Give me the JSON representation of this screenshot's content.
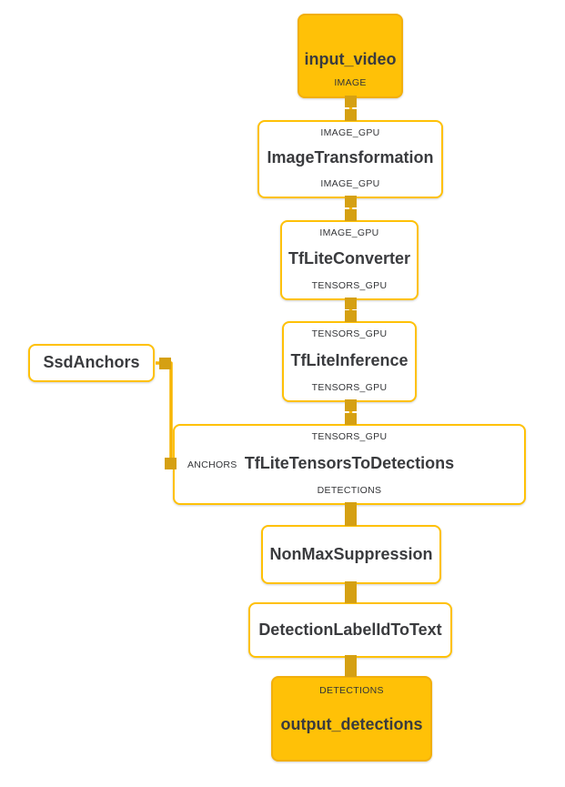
{
  "diagram": {
    "title": "mediapipe-detection-graph",
    "colors": {
      "stream_node_fill": "#FFC107",
      "node_border": "#FFC107",
      "edge_line": "#F7B500",
      "port_connector": "#D5A013",
      "text": "#3a3b3e",
      "background": "#ffffff"
    },
    "nodes": [
      {
        "id": "input_video",
        "title": "input_video",
        "kind": "stream-source",
        "output_label": "IMAGE"
      },
      {
        "id": "ImageTransformation",
        "title": "ImageTransformation",
        "kind": "calculator",
        "input_label": "IMAGE_GPU",
        "output_label": "IMAGE_GPU"
      },
      {
        "id": "TfLiteConverter",
        "title": "TfLiteConverter",
        "kind": "calculator",
        "input_label": "IMAGE_GPU",
        "output_label": "TENSORS_GPU"
      },
      {
        "id": "TfLiteInference",
        "title": "TfLiteInference",
        "kind": "calculator",
        "input_label": "TENSORS_GPU",
        "output_label": "TENSORS_GPU"
      },
      {
        "id": "SsdAnchors",
        "title": "SsdAnchors",
        "kind": "calculator"
      },
      {
        "id": "TfLiteTensorsToDetections",
        "title": "TfLiteTensorsToDetections",
        "kind": "calculator",
        "input_label": "TENSORS_GPU",
        "side_input_label": "ANCHORS",
        "output_label": "DETECTIONS"
      },
      {
        "id": "NonMaxSuppression",
        "title": "NonMaxSuppression",
        "kind": "calculator"
      },
      {
        "id": "DetectionLabelIdToText",
        "title": "DetectionLabelIdToText",
        "kind": "calculator"
      },
      {
        "id": "output_detections",
        "title": "output_detections",
        "kind": "stream-sink",
        "input_label": "DETECTIONS"
      }
    ],
    "edges": [
      {
        "from": "input_video",
        "to": "ImageTransformation"
      },
      {
        "from": "ImageTransformation",
        "to": "TfLiteConverter"
      },
      {
        "from": "TfLiteConverter",
        "to": "TfLiteInference"
      },
      {
        "from": "TfLiteInference",
        "to": "TfLiteTensorsToDetections"
      },
      {
        "from": "SsdAnchors",
        "to": "TfLiteTensorsToDetections",
        "to_port": "ANCHORS"
      },
      {
        "from": "TfLiteTensorsToDetections",
        "to": "NonMaxSuppression"
      },
      {
        "from": "NonMaxSuppression",
        "to": "DetectionLabelIdToText"
      },
      {
        "from": "DetectionLabelIdToText",
        "to": "output_detections"
      }
    ]
  }
}
